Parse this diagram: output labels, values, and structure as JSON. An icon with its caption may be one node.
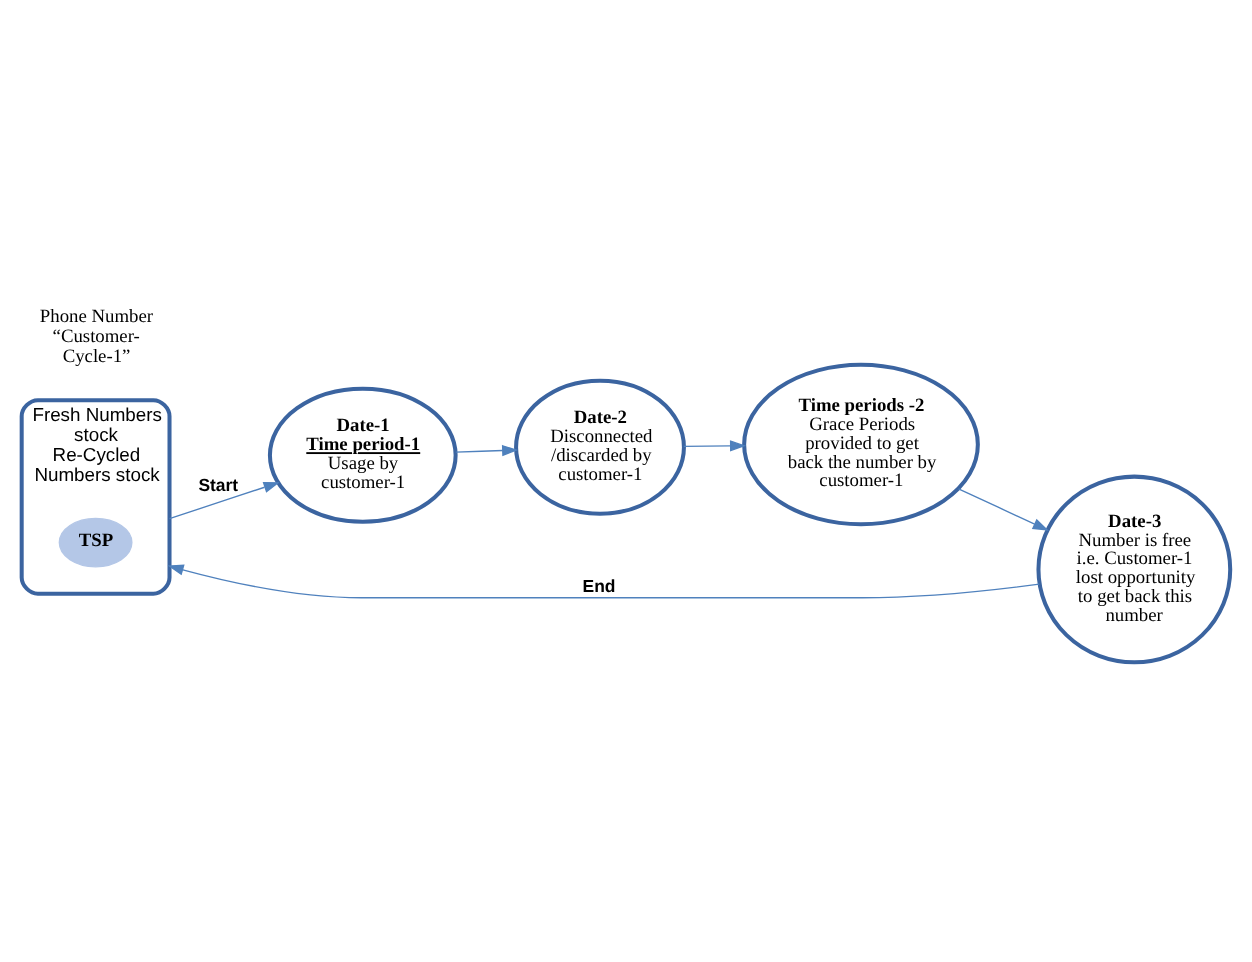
{
  "diagram": {
    "nodes": [
      {
        "text": [
          "Fresh Numbers stock",
          "Re-Cycled Numbers stock"
        ]
      },
      {
        "text": [
          "TSP"
        ],
        "in": 0
      },
      {
        "text": [
          "Date-1",
          "Time period-1",
          "Usage by customer-1"
        ]
      },
      {
        "text": [
          "Date-2",
          "Disconnected /discarded by customer-1"
        ]
      },
      {
        "text": [
          "Time periods -2",
          "Grace Periods provided to get back the number by customer-1"
        ]
      },
      {
        "text": [
          "Date-3",
          "Number is free i.e. Customer-1 lost opportunity to get back this number"
        ]
      }
    ],
    "edges": [
      {
        "from": 0,
        "to": 2,
        "arrow": "to",
        "label": "Start"
      },
      {
        "from": 2,
        "to": 3,
        "arrow": "to"
      },
      {
        "from": 3,
        "to": 4,
        "arrow": "to"
      },
      {
        "from": 4,
        "to": 5,
        "arrow": "to"
      },
      {
        "from": 5,
        "to": 0,
        "arrow": "to",
        "label": "End"
      }
    ],
    "labels": [
      "Phone Number “Customer- Cycle-1”"
    ]
  }
}
